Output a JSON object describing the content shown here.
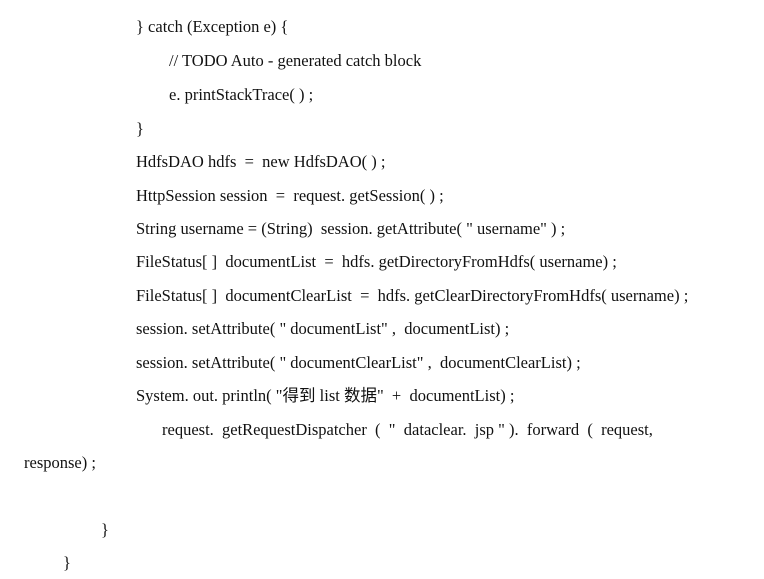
{
  "document": {
    "lines": [
      "} catch (Exception e) {",
      "// TODO Auto - generated catch block",
      "e. printStackTrace( ) ;",
      "}",
      "HdfsDAO hdfs  =  new HdfsDAO( ) ;",
      "HttpSession session  =  request. getSession( ) ;",
      "String username = (String)  session. getAttribute( \" username\" ) ;",
      "FileStatus[ ]  documentList  =  hdfs. getDirectoryFromHdfs( username) ;",
      "FileStatus[ ]  documentClearList  =  hdfs. getClearDirectoryFromHdfs( username) ;",
      "session. setAttribute( \" documentList\" ,  documentList) ;",
      "session. setAttribute( \" documentClearList\" ,  documentClearList) ;",
      "System. out. println( \"得到 list 数据\"  +  documentList) ;",
      "request.  getRequestDispatcher  (  \"  dataclear.  jsp \" ).  forward  (  request,",
      "response) ;",
      "}",
      "}"
    ]
  }
}
